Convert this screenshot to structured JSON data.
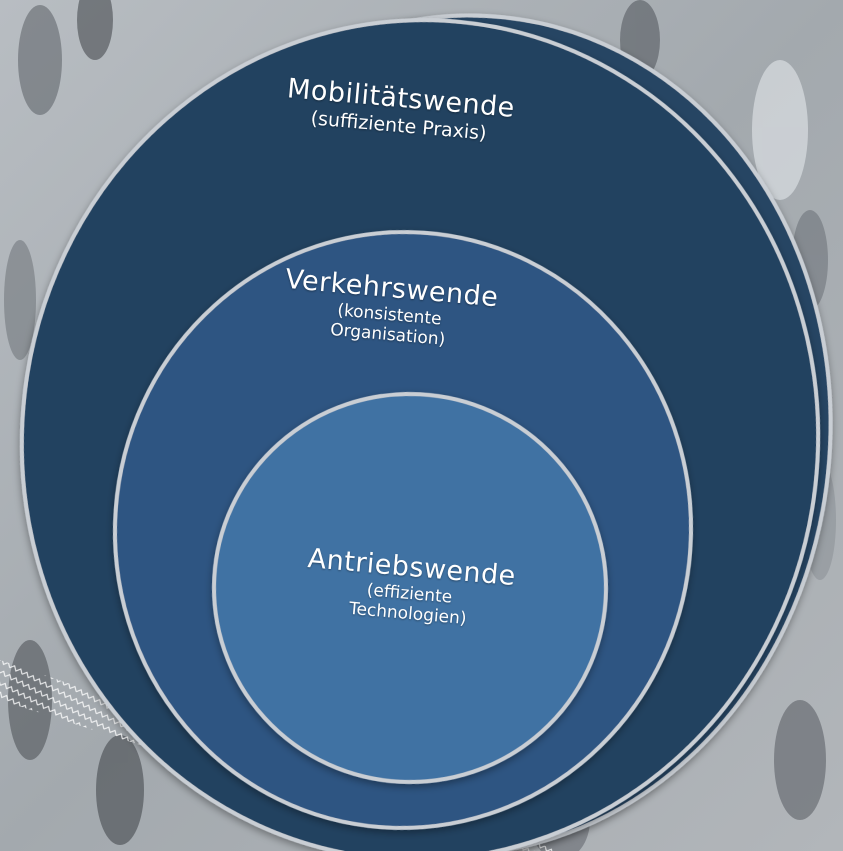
{
  "colors": {
    "background_photo": "#a9b0b6",
    "outer_ring": "#264563",
    "middle_ring": "#2f5582",
    "inner_ring": "#3f72a3",
    "ring_border": "#c9ced4",
    "text": "#ffffff"
  },
  "rings": {
    "outer": {
      "title": "Mobilitätswende",
      "subtitle": "(suffiziente Praxis)"
    },
    "middle": {
      "title": "Verkehrswende",
      "subtitle_line1": "(konsistente",
      "subtitle_line2": "Organisation)"
    },
    "inner": {
      "title": "Antriebswende",
      "subtitle_line1": "(effiziente",
      "subtitle_line2": "Technologien)"
    }
  }
}
